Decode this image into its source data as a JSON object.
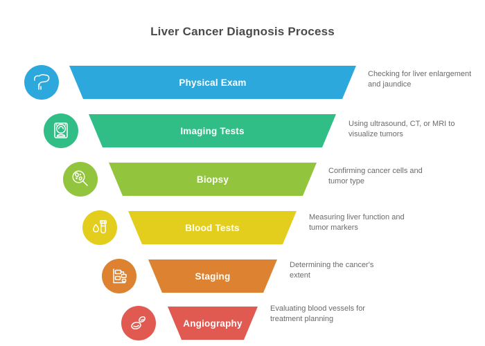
{
  "title": "Liver Cancer Diagnosis Process",
  "funnel": {
    "type": "funnel-diagram",
    "rows": [
      {
        "label": "Physical Exam",
        "description": "Checking for liver enlargement and jaundice",
        "color": "#2CA8DD",
        "icon": "liver-icon"
      },
      {
        "label": "Imaging Tests",
        "description": "Using ultrasound, CT, or MRI to visualize tumors",
        "color": "#30BD86",
        "icon": "ct-scanner-icon"
      },
      {
        "label": "Biopsy",
        "description": "Confirming cancer cells and tumor type",
        "color": "#92C43D",
        "icon": "magnifier-cells-icon"
      },
      {
        "label": "Blood Tests",
        "description": "Measuring liver function and tumor markers",
        "color": "#E3CE1E",
        "icon": "blood-drop-test-tube-icon"
      },
      {
        "label": "Staging",
        "description": "Determining the cancer's extent",
        "color": "#DC8230",
        "icon": "staging-flowchart-icon"
      },
      {
        "label": "Angiography",
        "description": "Evaluating blood vessels for treatment planning",
        "color": "#E15A52",
        "icon": "blood-cells-icon"
      }
    ]
  }
}
